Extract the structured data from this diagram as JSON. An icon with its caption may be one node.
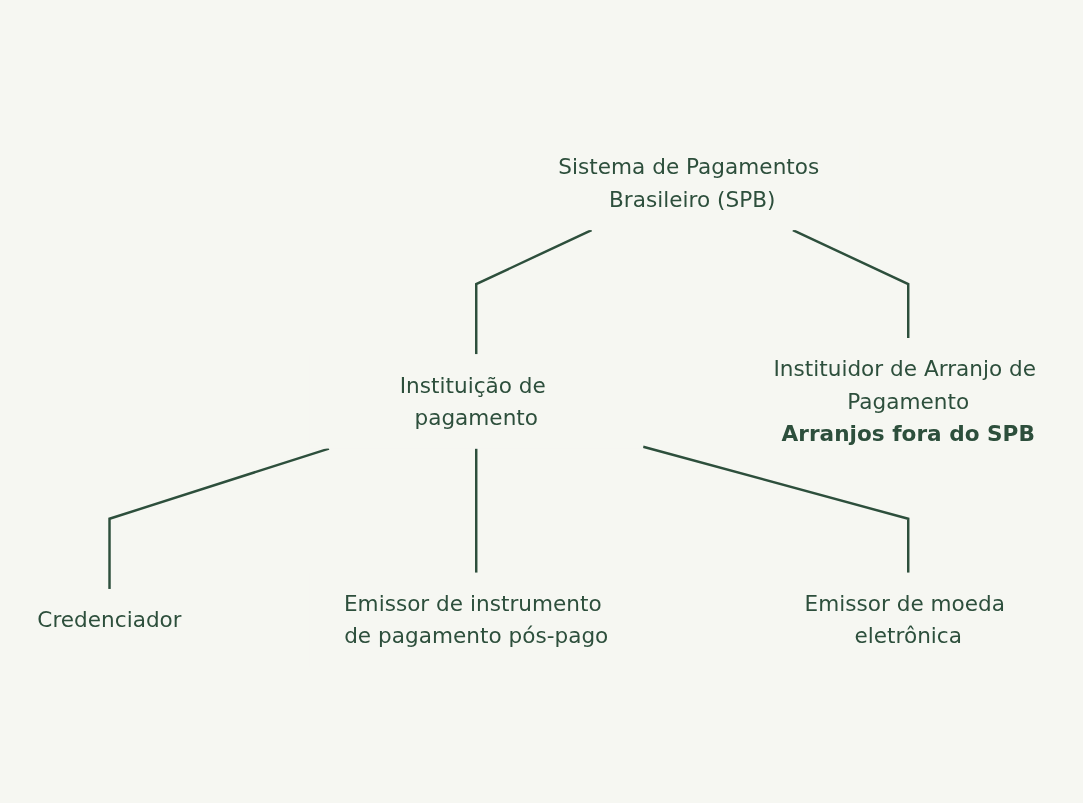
{
  "diagram": {
    "nodes": [
      {
        "text": [
          "Sistema de Pagamentos Brasileiro (SPB)"
        ]
      },
      {
        "text": [
          "Instituição de pagamento"
        ]
      },
      {
        "text": [
          "Instituidor de Arranjo de Pagamento",
          "Arranjos fora do SPB"
        ]
      },
      {
        "text": [
          "Credenciador"
        ]
      },
      {
        "text": [
          "Emissor de instrumento de pagamento pós-pago"
        ]
      },
      {
        "text": [
          "Emissor de moeda eletrônica"
        ]
      }
    ],
    "edges": [
      {
        "from": 0,
        "to": 1,
        "arrow": "none"
      },
      {
        "from": 0,
        "to": 2,
        "arrow": "none"
      },
      {
        "from": 1,
        "to": 3,
        "arrow": "none"
      },
      {
        "from": 1,
        "to": 4,
        "arrow": "none"
      },
      {
        "from": 1,
        "to": 5,
        "arrow": "none"
      }
    ]
  }
}
